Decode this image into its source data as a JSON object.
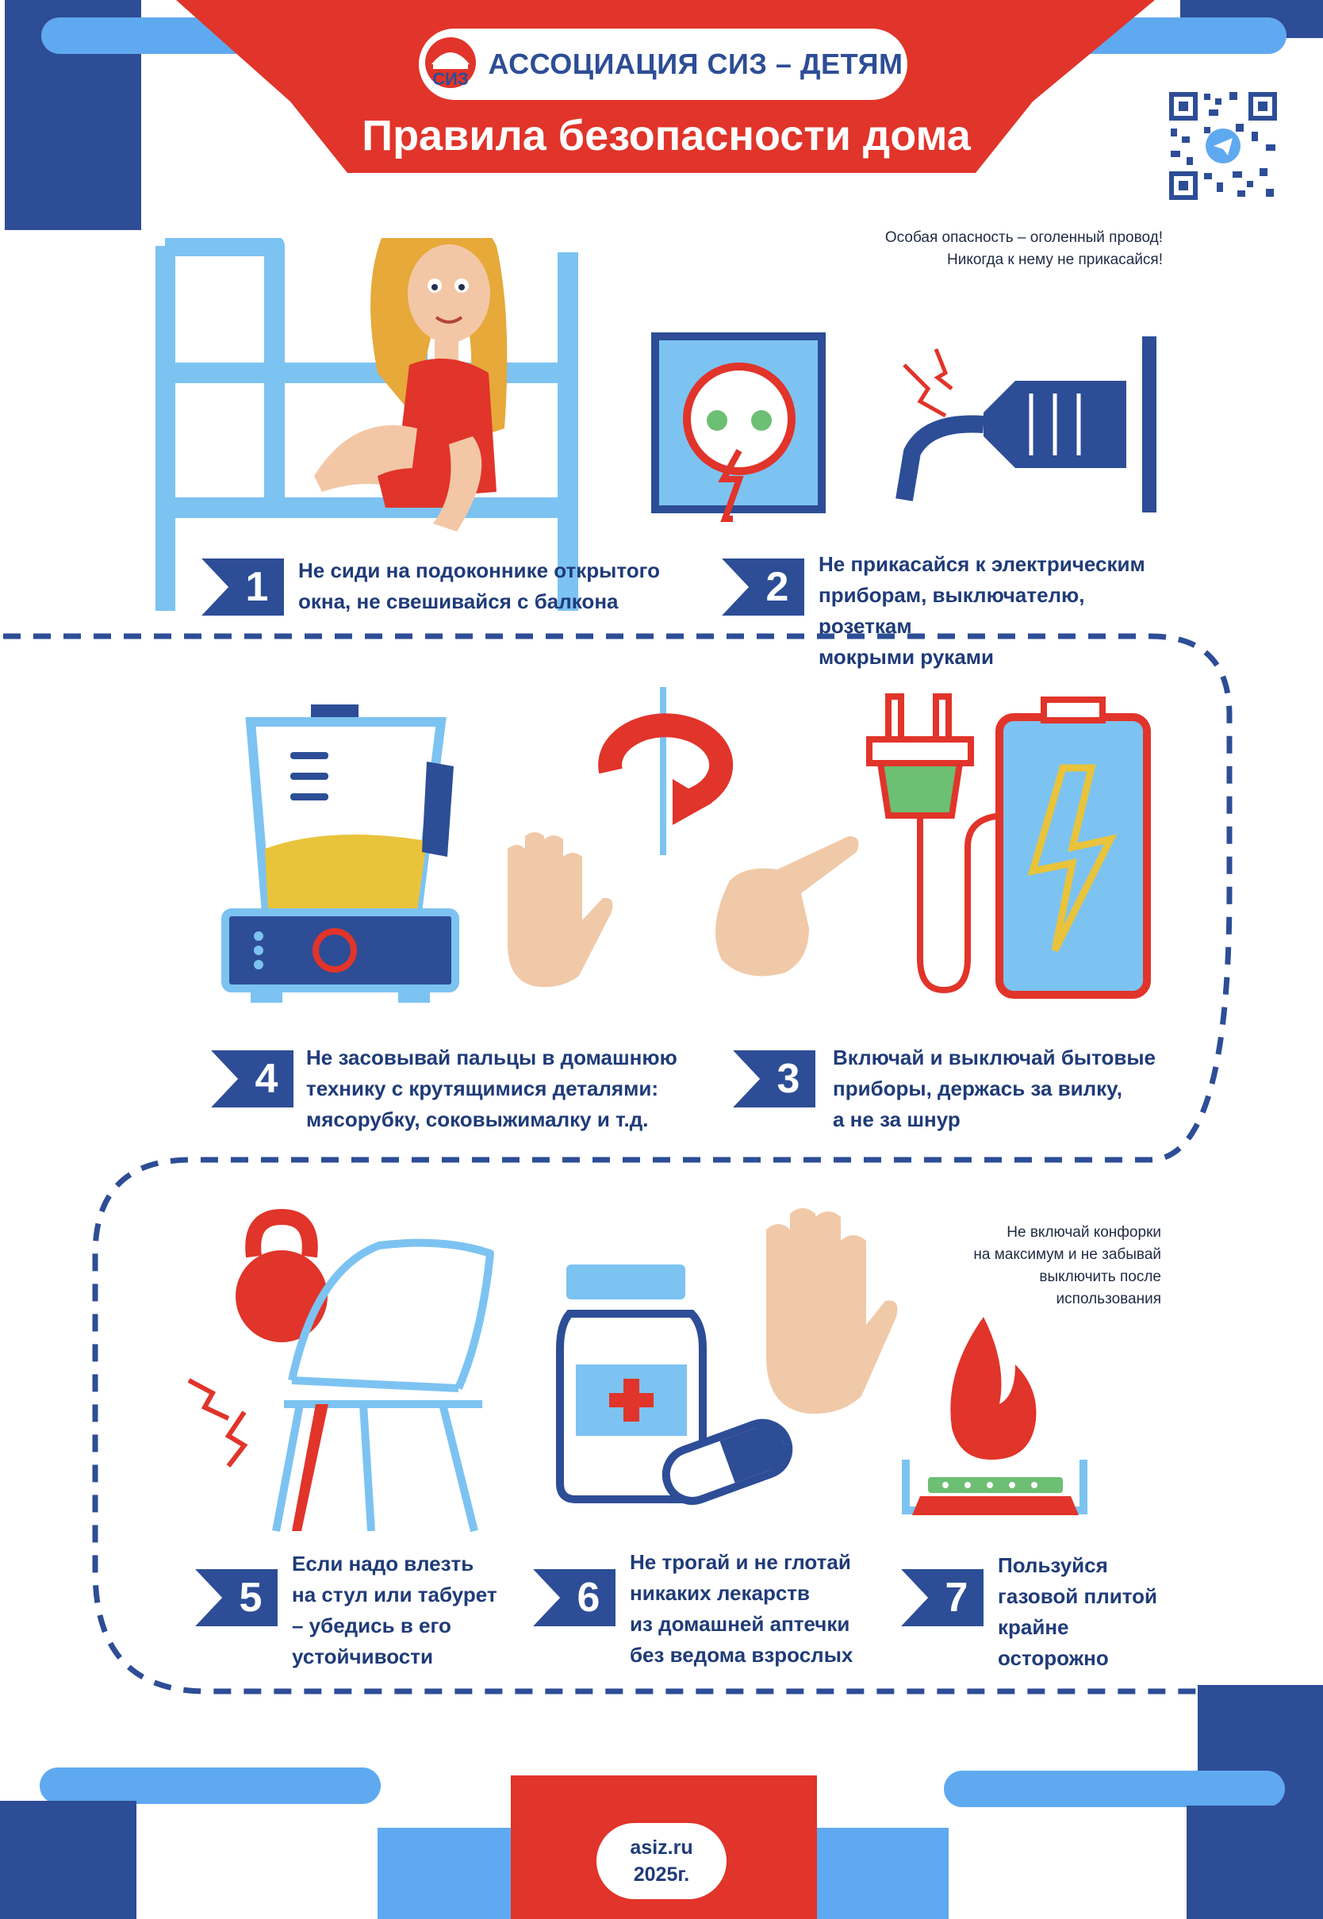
{
  "header": {
    "organization": "АССОЦИАЦИЯ СИЗ – ДЕТЯМ",
    "title": "Правила безопасности дома"
  },
  "notes": {
    "wire_line1": "Особая опасность – оголенный провод!",
    "wire_line2": "Никогда к нему не прикасайся!",
    "stove_line1": "Не включай конфорки",
    "stove_line2": "на максимум и не забывай",
    "stove_line3": "выключить после",
    "stove_line4": "использования"
  },
  "rules": [
    {
      "number": "1",
      "line1": "Не сиди на подоконнике открытого",
      "line2": "окна, не свешивайся с балкона",
      "line3": ""
    },
    {
      "number": "2",
      "line1": "Не прикасайся к электрическим",
      "line2": "приборам, выключателю, розеткам",
      "line3": "мокрыми руками"
    },
    {
      "number": "3",
      "line1": "Включай и выключай бытовые",
      "line2": "приборы, держась за вилку,",
      "line3": "а не за шнур"
    },
    {
      "number": "4",
      "line1": "Не засовывай пальцы в домашнюю",
      "line2": "технику с крутящимися деталями:",
      "line3": "мясорубку, соковыжималку и т.д."
    },
    {
      "number": "5",
      "line1": "Если надо влезть",
      "line2": "на стул или табурет",
      "line3": "– убедись в его",
      "line4": "устойчивости"
    },
    {
      "number": "6",
      "line1": "Не трогай и не глотай",
      "line2": "никаких лекарств",
      "line3": "из домашней аптечки",
      "line4": "без ведома взрослых"
    },
    {
      "number": "7",
      "line1": "Пользуйся",
      "line2": "газовой плитой",
      "line3": "крайне",
      "line4": "осторожно"
    }
  ],
  "footer": {
    "site": "asiz.ru",
    "year": "2025г."
  },
  "colors": {
    "brand_blue": "#2d4d96",
    "light_blue": "#5fa9f0",
    "brand_red": "#e1342a"
  },
  "icons": [
    "qr-code-icon",
    "telegram-icon",
    "logo-icon"
  ]
}
